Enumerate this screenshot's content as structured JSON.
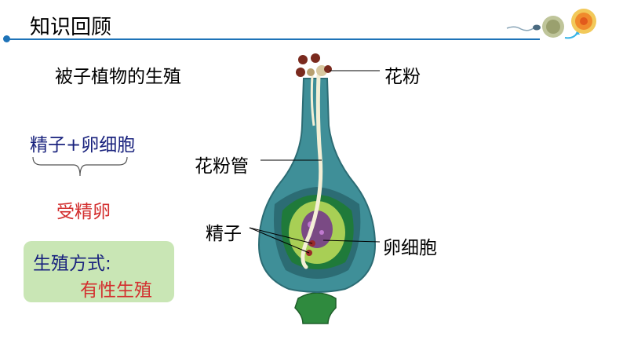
{
  "header": {
    "title": "知识回顾"
  },
  "content": {
    "subtitle": "被子植物的生殖",
    "equation": "精子+卵细胞",
    "result": "受精卵",
    "reproduction": {
      "label": "生殖方式:",
      "value": "有性生殖"
    }
  },
  "diagram": {
    "labels": {
      "pollen": "花粉",
      "pollen_tube": "花粉管",
      "sperm": "精子",
      "egg_cell": "卵细胞"
    },
    "colors": {
      "pistil": "#3f8f98",
      "pistil_dark": "#2c6c74",
      "ovule_outer": "#1f7a3a",
      "ovule_inner": "#a8cf55",
      "embryo_sac": "#7a4a84",
      "pollen_grain": "#7a2a1e",
      "receptacle": "#2f8a3e",
      "tube": "#f4efd6"
    }
  },
  "colors": {
    "accent": "#1e73b8",
    "navy": "#1a237e",
    "red": "#d32f2f",
    "box": "#c9e6b5"
  },
  "icons": [
    "sperm-icon",
    "cell-icon",
    "fertilized-egg-icon",
    "arrow-icon"
  ]
}
